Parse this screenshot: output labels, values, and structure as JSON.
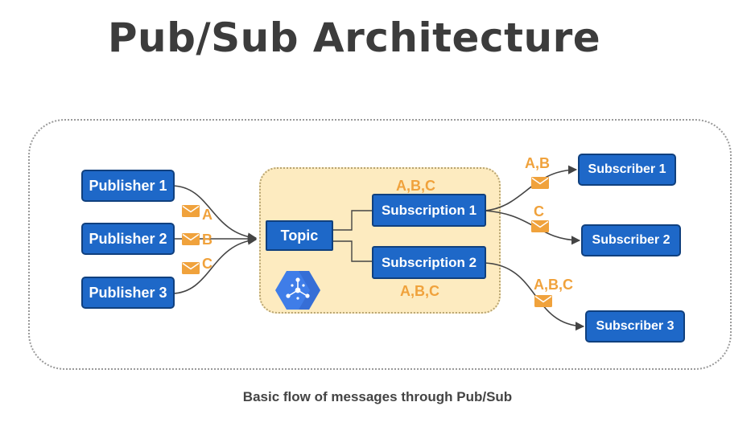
{
  "title": "Pub/Sub Architecture",
  "caption": "Basic flow of messages through Pub/Sub",
  "colors": {
    "node_fill": "#1e68c8",
    "node_border": "#10407e",
    "message_label": "#f0a23c",
    "topic_zone": "#fdebc0",
    "title_text": "#3c3c3c",
    "edge": "#444444"
  },
  "publishers": [
    {
      "label": "Publisher 1",
      "message": "A"
    },
    {
      "label": "Publisher 2",
      "message": "B"
    },
    {
      "label": "Publisher 3",
      "message": "C"
    }
  ],
  "topic": {
    "label": "Topic",
    "icon": "pubsub-hub-icon"
  },
  "subscriptions": [
    {
      "label": "Subscription 1",
      "messages": "A,B,C"
    },
    {
      "label": "Subscription 2",
      "messages": "A,B,C"
    }
  ],
  "subscribers": [
    {
      "label": "Subscriber 1",
      "messages": "A,B",
      "source": "Subscription 1"
    },
    {
      "label": "Subscriber 2",
      "messages": "C",
      "source": "Subscription 1"
    },
    {
      "label": "Subscriber 3",
      "messages": "A,B,C",
      "source": "Subscription 2"
    }
  ],
  "icons": {
    "message": "envelope-icon",
    "arrow": "arrowhead-icon"
  }
}
